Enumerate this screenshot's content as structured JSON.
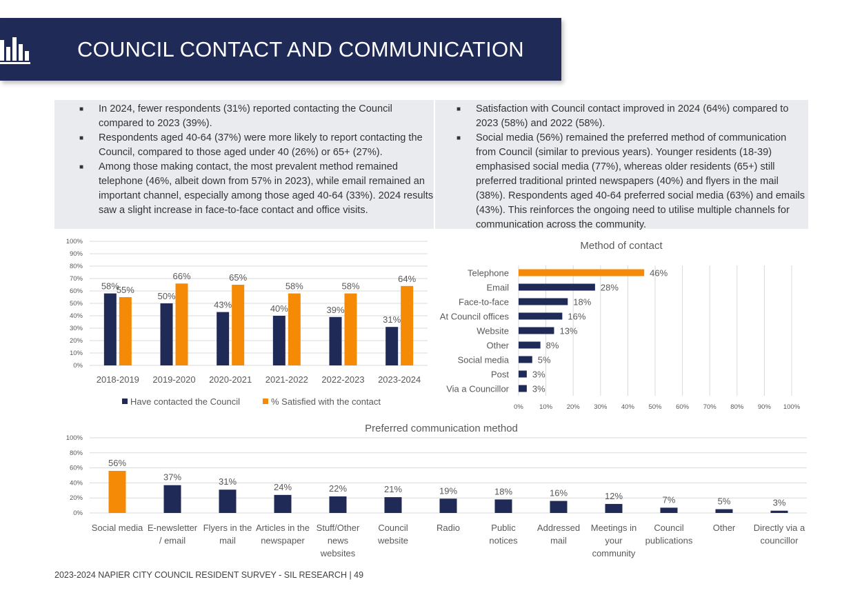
{
  "header": {
    "title": "COUNCIL CONTACT AND COMMUNICATION",
    "icon": "bar-chart-icon"
  },
  "summary_left": [
    "In 2024, fewer respondents (31%) reported contacting the Council compared to 2023 (39%).",
    "Respondents aged 40-64 (37%) were more likely to report contacting the Council, compared to those aged under 40 (26%) or 65+ (27%).",
    "Among those making contact, the most prevalent method remained telephone (46%, albeit down from 57% in 2023), while email remained an important channel, especially among those aged 40-64 (33%). 2024 results saw a slight increase in face-to-face contact and office visits."
  ],
  "summary_right": [
    "Satisfaction with Council contact improved in 2024 (64%) compared to 2023 (58%) and 2022 (58%).",
    "Social media (56%) remained the preferred method of communication from Council (similar to previous years). Younger residents (18-39) emphasised social media (77%), whereas older residents (65+) still preferred traditional printed newspapers (40%) and flyers in the mail (38%). Respondents aged 40-64 preferred social media (63%) and emails (43%). This reinforces the ongoing need to utilise multiple channels for communication across the community."
  ],
  "colors": {
    "navy": "#1f2a56",
    "orange": "#f58a07",
    "header_bg": "#1f2a56",
    "panel_bg": "#e9ebef"
  },
  "chart_data": [
    {
      "type": "bar",
      "title": "",
      "categories": [
        "2018-2019",
        "2019-2020",
        "2020-2021",
        "2021-2022",
        "2022-2023",
        "2023-2024"
      ],
      "series": [
        {
          "name": "Have contacted the Council",
          "values": [
            58,
            50,
            43,
            40,
            39,
            31
          ],
          "color": "#1f2a56"
        },
        {
          "name": "% Satisfied with the contact",
          "values": [
            55,
            66,
            65,
            58,
            58,
            64
          ],
          "color": "#f58a07"
        }
      ],
      "ylim": [
        0,
        100
      ],
      "yticks": [
        "0%",
        "10%",
        "20%",
        "30%",
        "40%",
        "50%",
        "60%",
        "70%",
        "80%",
        "90%",
        "100%"
      ],
      "legend": "bottom",
      "grid": true
    },
    {
      "type": "bar",
      "orientation": "horizontal",
      "title": "Method of contact",
      "categories": [
        "Telephone",
        "Email",
        "Face-to-face",
        "At Council offices",
        "Website",
        "Other",
        "Social media",
        "Post",
        "Via a Councillor"
      ],
      "values": [
        46,
        28,
        18,
        16,
        13,
        8,
        5,
        3,
        3
      ],
      "highlight_index": 0,
      "xlim": [
        0,
        100
      ],
      "xticks": [
        "0%",
        "10%",
        "20%",
        "30%",
        "40%",
        "50%",
        "60%",
        "70%",
        "80%",
        "90%",
        "100%"
      ],
      "grid": true
    },
    {
      "type": "bar",
      "title": "Preferred communication method",
      "categories": [
        "Social media",
        "E-newsletter / email",
        "Flyers in the mail",
        "Articles in the newspaper",
        "Stuff/Other news websites",
        "Council website",
        "Radio",
        "Public notices",
        "Addressed mail",
        "Meetings in your community",
        "Council publications",
        "Other",
        "Directly via a councillor"
      ],
      "values": [
        56,
        37,
        31,
        24,
        22,
        21,
        19,
        18,
        16,
        12,
        7,
        5,
        3
      ],
      "highlight_index": 0,
      "ylim": [
        0,
        100
      ],
      "yticks": [
        "0%",
        "20%",
        "40%",
        "60%",
        "80%",
        "100%"
      ],
      "grid": true
    }
  ],
  "footer": {
    "text": "2023-2024 NAPIER CITY COUNCIL RESIDENT SURVEY - SIL RESEARCH | 49"
  }
}
